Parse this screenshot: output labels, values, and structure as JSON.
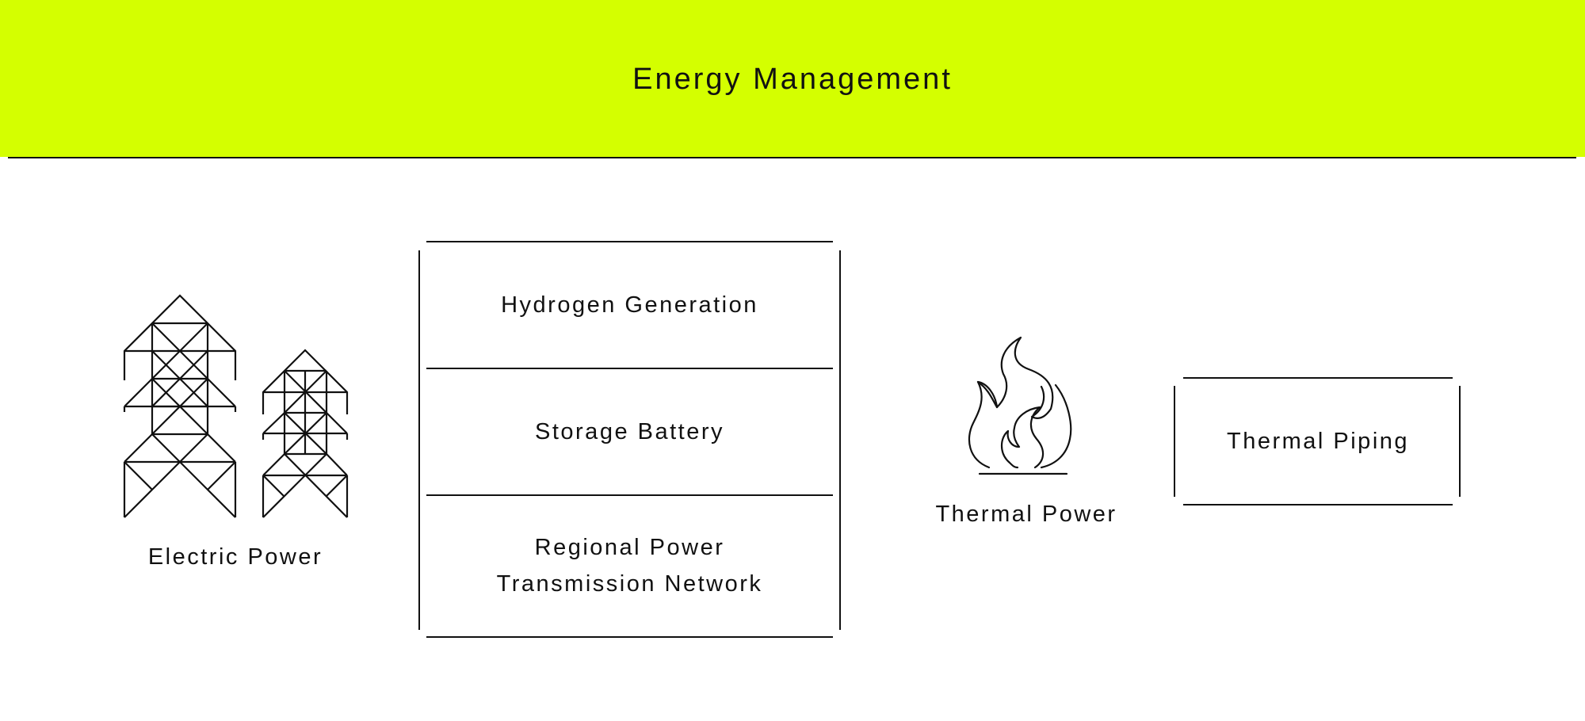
{
  "header": {
    "title": "Energy Management",
    "background_color": "#d4ff00"
  },
  "electric_power": {
    "label": "Electric Power",
    "icon": "transmission-towers-icon"
  },
  "stack": {
    "items": [
      {
        "label": "Hydrogen Generation"
      },
      {
        "label": "Storage Battery"
      },
      {
        "label_line1": "Regional Power",
        "label_line2": "Transmission Network"
      }
    ]
  },
  "thermal_power": {
    "label": "Thermal Power",
    "icon": "flame-icon"
  },
  "thermal_piping": {
    "label": "Thermal Piping"
  }
}
